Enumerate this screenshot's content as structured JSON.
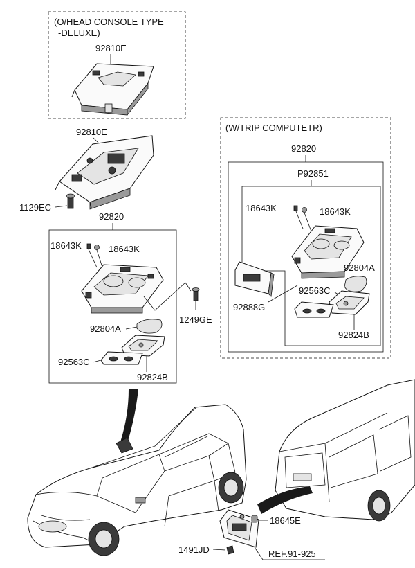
{
  "boxes": {
    "deluxe": {
      "title_line1": "(O/HEAD CONSOLE TYPE",
      "title_line2": "-DELUXE)"
    },
    "trip": {
      "title": "(W/TRIP COMPUTETR)"
    }
  },
  "labels": {
    "deluxe_92810e": "92810E",
    "std_92810e": "92810E",
    "std_1129ec": "1129EC",
    "std_92820": "92820",
    "std_18643k_a": "18643K",
    "std_18643k_b": "18643K",
    "std_1249ge": "1249GE",
    "std_92804a": "92804A",
    "std_92563c": "92563C",
    "std_92824b": "92824B",
    "trip_92820": "92820",
    "trip_p92851": "P92851",
    "trip_18643k_a": "18643K",
    "trip_18643k_b": "18643K",
    "trip_92804a": "92804A",
    "trip_92888g": "92888G",
    "trip_92563c": "92563C",
    "trip_92824b": "92824B",
    "rear_18645e": "18645E",
    "rear_1491jd": "1491JD",
    "rear_ref": "REF.91-925"
  },
  "colors": {
    "line": "#111111",
    "shade_dark": "#3a3a3a",
    "shade_mid": "#9a9a9a",
    "shade_light": "#e4e4e4"
  }
}
